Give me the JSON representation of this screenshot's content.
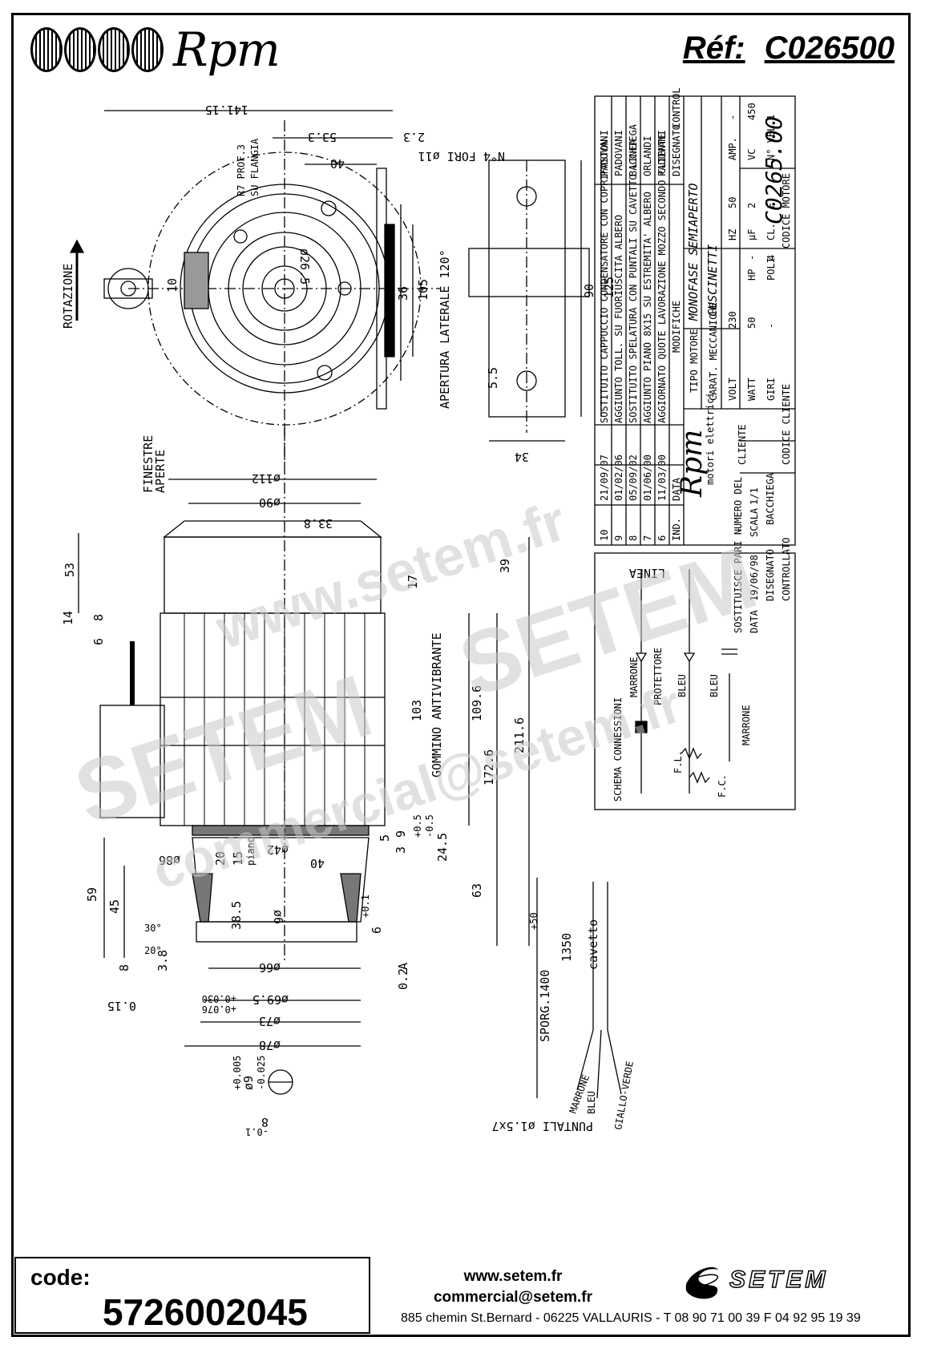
{
  "header": {
    "brand": "Rpm",
    "ref_label": "Réf:",
    "ref_value": "C026500"
  },
  "drawing": {
    "dims_top": [
      "141.15",
      "53.3",
      "2.3",
      "40",
      "R7 PROF.3",
      "SU FLANGIA",
      "N°4 FORI ø11",
      "ø26.5",
      "36",
      "105",
      "90",
      "125",
      "APERTURA LATERALE 120°",
      "ROTAZIONE",
      "10",
      "5.5",
      "34"
    ],
    "dims_side": [
      "FINESTRE",
      "APERTE",
      "ø112",
      "ø90",
      "33.8",
      "53",
      "39",
      "17",
      "14",
      "8",
      "6",
      "103",
      "109.6",
      "172.6",
      "211.6",
      "GOMMINO ANTIVIBRANTE",
      "9",
      "3",
      "+0.5",
      "-0.5",
      "24.5",
      "5",
      "63",
      "ø42",
      "40",
      "ø86",
      "20",
      "15",
      "piano",
      "59",
      "45",
      "38.5",
      "ø6",
      "30°",
      "20°",
      "8",
      "3.8",
      "+0.1",
      "6",
      "0.2",
      "A",
      "ø66",
      "ø69.5",
      "+0.030",
      "+0.076",
      "ø73",
      "ø78",
      "0.15",
      "+0.005",
      "ø9",
      "-0.025",
      "8",
      "-0.1",
      "SPORG.1400",
      "+50",
      "1350",
      "cavetto",
      "MARRONE",
      "BLEU",
      "GIALLO-VERDE",
      "PUNTALI ø1.5x7"
    ]
  },
  "schema": {
    "title": "SCHEMA CONNESSIONI",
    "line": "LINEA",
    "labels": [
      "MARRONE",
      "PROTETTORE",
      "BLEU",
      "BLEU",
      "MARRONE",
      "F.L.",
      "F.C."
    ]
  },
  "title_block": {
    "revisions": [
      {
        "ind": "10",
        "date": "21/09/07",
        "text": "SOSTITUITO CAPPUCCIO CONDENSATORE CON COPRIFASTON",
        "by": "PADOVANI"
      },
      {
        "ind": "9",
        "date": "01/02/06",
        "text": "AGGIUNTO TOLL. SU FUORIUSCITA ALBERO",
        "by": "PADOVANI"
      },
      {
        "ind": "8",
        "date": "05/09/02",
        "text": "SOSTITUITO SPELATURA CON PUNTALI SU CAVETTO LINEA",
        "by": "BACCHIEGA"
      },
      {
        "ind": "7",
        "date": "01/06/00",
        "text": "AGGIUNTO PIANO 8X15 SU ESTREMITA' ALBERO",
        "by": "ORLANDI"
      },
      {
        "ind": "6",
        "date": "11/03/00",
        "text": "AGGIORNATO QUOTE LAVORAZIONE MOZZO SECONDO CLIENTE",
        "by": "PADOVANI"
      }
    ],
    "rev_header": {
      "ind": "IND.",
      "date": "DATA",
      "text": "MODIFICHE",
      "by": "DISEGNATO",
      "check": "CONTROLLATO"
    },
    "tipo_motore_label": "TIPO MOTORE",
    "tipo_motore": "MONOFASE SEMIAPERTO",
    "carat_label": "CARAT. MECCANICHE",
    "carat": "CUSCINETTI",
    "volt_label": "VOLT",
    "volt": "230",
    "hz_label": "HZ",
    "hz": "50",
    "amp_label": "AMP.",
    "amp": "-",
    "watt_label": "WATT",
    "watt": "50",
    "hp_label": "HP",
    "hp": "-",
    "uf_label": "µF",
    "uf": "2",
    "vc_label": "VC",
    "vc": "450",
    "giri_label": "GIRI",
    "giri": "-",
    "poli_label": "POLI",
    "poli": "4",
    "cl_label": "CL.",
    "cl": "F",
    "vel_label": "N° VEL.",
    "vel": "1",
    "codice_motore_label": "CODICE MOTORE",
    "codice_motore": "C0265.00",
    "cliente_label": "CLIENTE",
    "codice_cliente_label": "CODICE CLIENTE",
    "brand": "Rpm",
    "brand_sub": "motori elettrici",
    "sostituisce_label": "SOSTITUISCE PARI NUMERO DEL",
    "sostituisce": "-",
    "data_label": "DATA",
    "data": "19/06/98",
    "scala_label": "SCALA",
    "scala": "1/1",
    "disegnato_label": "DISEGNATO",
    "disegnato": "BACCHIEGA",
    "controllato_label": "CONTROLLATO"
  },
  "watermark": {
    "url": "www.setem.fr",
    "brand": "SETEM",
    "email": "commercial@setem.fr"
  },
  "footer": {
    "code_label": "code:",
    "code_value": "5726002045",
    "website": "www.setem.fr",
    "email": "commercial@setem.fr",
    "setem": "SETEM",
    "address": "885 chemin St.Bernard  -  06225 VALLAURIS  -  T 08 90 71 00 39  F 04 92 95 19 39"
  }
}
